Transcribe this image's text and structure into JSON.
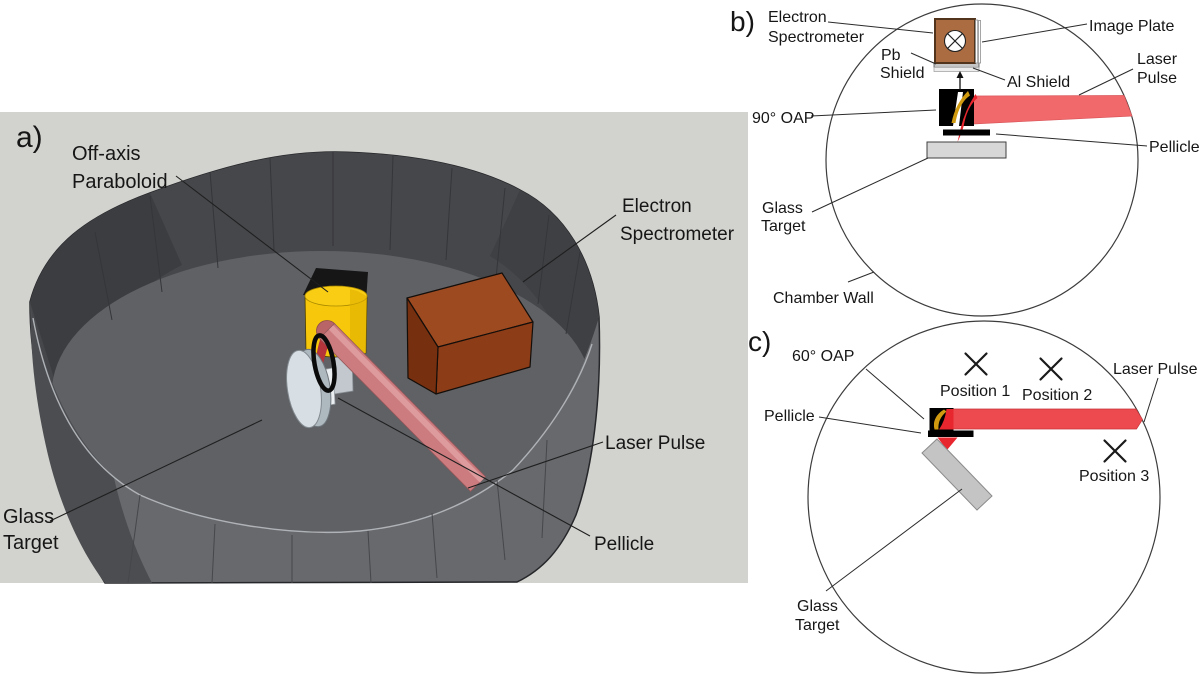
{
  "colors": {
    "panel_a_background": "#D2D3CE",
    "laser_beam_a": "#CC7B7E",
    "laser_beam_b": "#F2696C",
    "laser_beam_c": "#EC4A4F",
    "oap_gold": "#D09A10",
    "plasma_red": "#E8262E",
    "spectrometer_brown_2d": "#AC6C42",
    "spectrometer_brown_3d": "#8C3C17",
    "oap_cylinder_yellow": "#F6C70A",
    "glass_target_gray": "#D7D7D7"
  },
  "panel_a": {
    "tag": "a)",
    "off_axis_paraboloid": [
      "Off-axis",
      "Paraboloid"
    ],
    "electron_spectrometer": [
      "Electron",
      "Spectrometer"
    ],
    "glass_target": [
      "Glass",
      "Target"
    ],
    "laser_pulse": "Laser Pulse",
    "pellicle": "Pellicle"
  },
  "panel_b": {
    "tag": "b)",
    "electron_spectrometer": [
      "Electron",
      "Spectrometer"
    ],
    "pb_shield": [
      "Pb",
      "Shield"
    ],
    "al_shield": "Al Shield",
    "image_plate": "Image Plate",
    "laser_pulse": [
      "Laser",
      "Pulse"
    ],
    "oap": "90° OAP",
    "pellicle": "Pellicle",
    "glass_target": [
      "Glass",
      "Target"
    ],
    "chamber_wall": "Chamber Wall"
  },
  "panel_c": {
    "tag": "c)",
    "oap": "60° OAP",
    "pellicle": "Pellicle",
    "laser_pulse": "Laser Pulse",
    "positions": [
      "Position 1",
      "Position 2",
      "Position 3"
    ],
    "glass_target": [
      "Glass",
      "Target"
    ]
  }
}
